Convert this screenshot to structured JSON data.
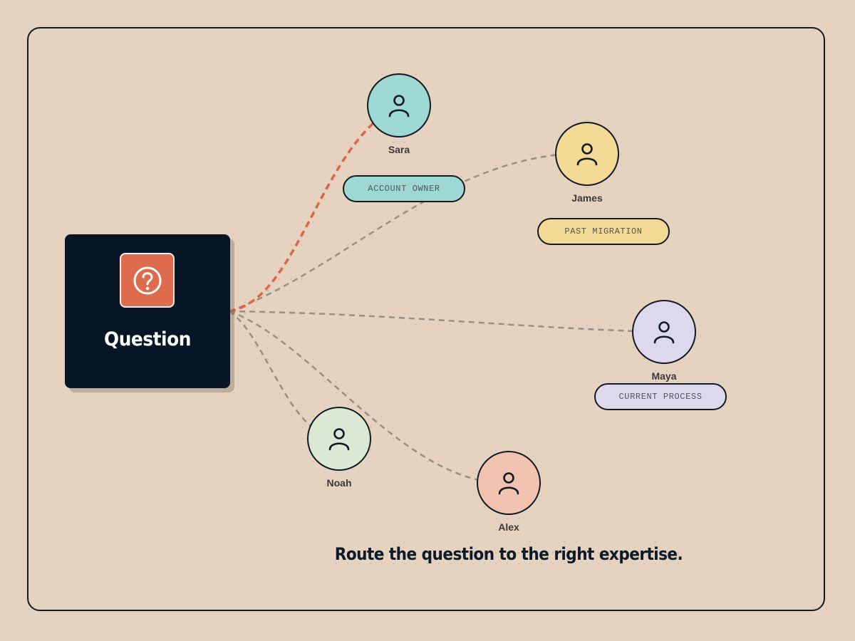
{
  "question": {
    "label": "Question",
    "icon": "question-mark-icon",
    "card_color": "#061626",
    "icon_color": "#dc6c4d"
  },
  "people": [
    {
      "name": "Sara",
      "color": "#9ed8d2",
      "icon": "person-icon"
    },
    {
      "name": "James",
      "color": "#f2da94",
      "icon": "person-icon"
    },
    {
      "name": "Maya",
      "color": "#ddd8ee",
      "icon": "person-icon"
    },
    {
      "name": "Noah",
      "color": "#dbe8d4",
      "icon": "person-icon"
    },
    {
      "name": "Alex",
      "color": "#f2c2b0",
      "icon": "person-icon"
    }
  ],
  "tags": [
    {
      "label": "ACCOUNT OWNER",
      "color": "#9ed8d2"
    },
    {
      "label": "PAST MIGRATION",
      "color": "#f2da94"
    },
    {
      "label": "CURRENT PROCESS",
      "color": "#ddd8ee"
    }
  ],
  "connections": {
    "highlighted_target": "Sara",
    "highlight_color": "#d9684a",
    "default_color": "#9a8f84"
  },
  "caption": "Route the question to the right expertise."
}
